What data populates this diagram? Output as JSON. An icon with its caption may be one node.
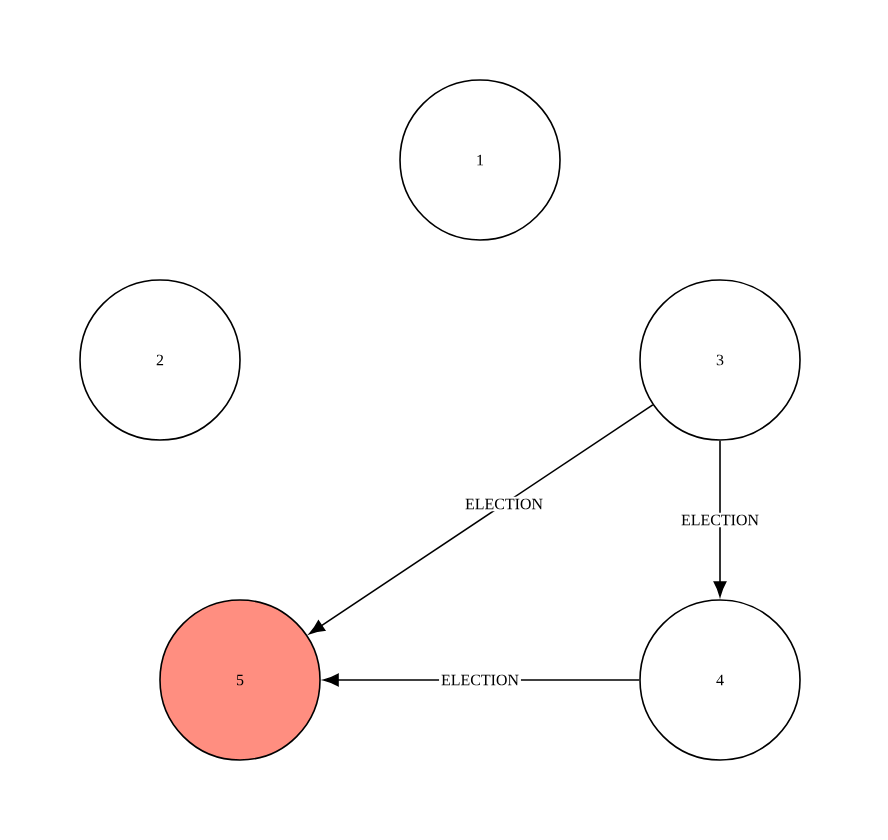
{
  "diagram": {
    "nodes": [
      {
        "text": [
          "1"
        ]
      },
      {
        "text": [
          "2"
        ]
      },
      {
        "text": [
          "3"
        ]
      },
      {
        "text": [
          "4"
        ]
      },
      {
        "text": [
          "5"
        ]
      }
    ],
    "edges": [
      {
        "from": 2,
        "to": 4,
        "arrow": "to",
        "label": "ELECTION"
      },
      {
        "from": 2,
        "to": 3,
        "arrow": "to",
        "label": "ELECTION"
      },
      {
        "from": 3,
        "to": 4,
        "arrow": "to",
        "label": "ELECTION"
      }
    ]
  }
}
